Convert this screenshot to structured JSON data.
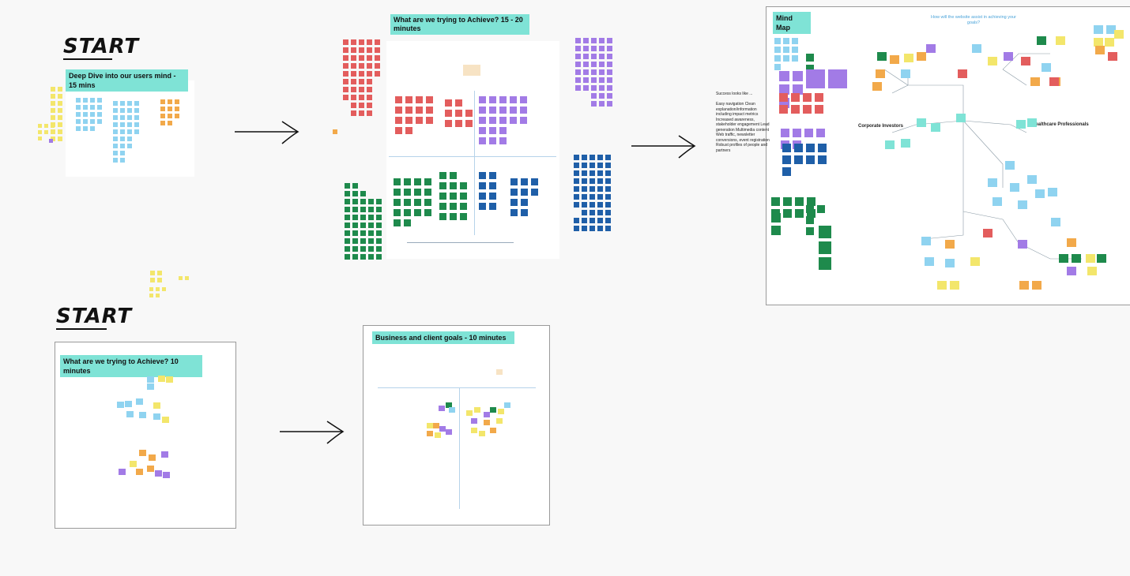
{
  "canvas": {
    "background": "#f8f8f8"
  },
  "colors": {
    "teal": "#7fe3d6",
    "red": "#e35d5d",
    "purple": "#a27be6",
    "green": "#1e8a4c",
    "blue": "#1f5fa8",
    "yellow": "#f3e66b",
    "orange": "#f2a94a",
    "light_blue": "#8fd3f0"
  },
  "labels": {
    "start_top": "START",
    "start_bottom": "START"
  },
  "frames": {
    "deep_dive": {
      "title": "Deep Dive into our users mind - 15 mins"
    },
    "achieve_long": {
      "title": "What are we trying to Achieve? 15 - 20 minutes"
    },
    "mind_map": {
      "title": "Mind Map",
      "question": "How will the website assist in achieving your goals?",
      "left_node": "Corporate Investors",
      "right_node": "Healthcare Professionals"
    },
    "achieve_short": {
      "title": "What are we trying to Achieve? 10 minutes"
    },
    "business_goals": {
      "title": "Business and client goals - 10 minutes"
    }
  },
  "success_note": "Success looks like ...\n\nEasy navigation Clean explanation/information including impact metrics Increased awareness, stakeholder engagement Lead generation Multimedia content Web traffic, newsletter conversions, event registration Robust profiles of people and partners",
  "icons": [
    "arrow-right-icon",
    "sticky-note-icon"
  ]
}
